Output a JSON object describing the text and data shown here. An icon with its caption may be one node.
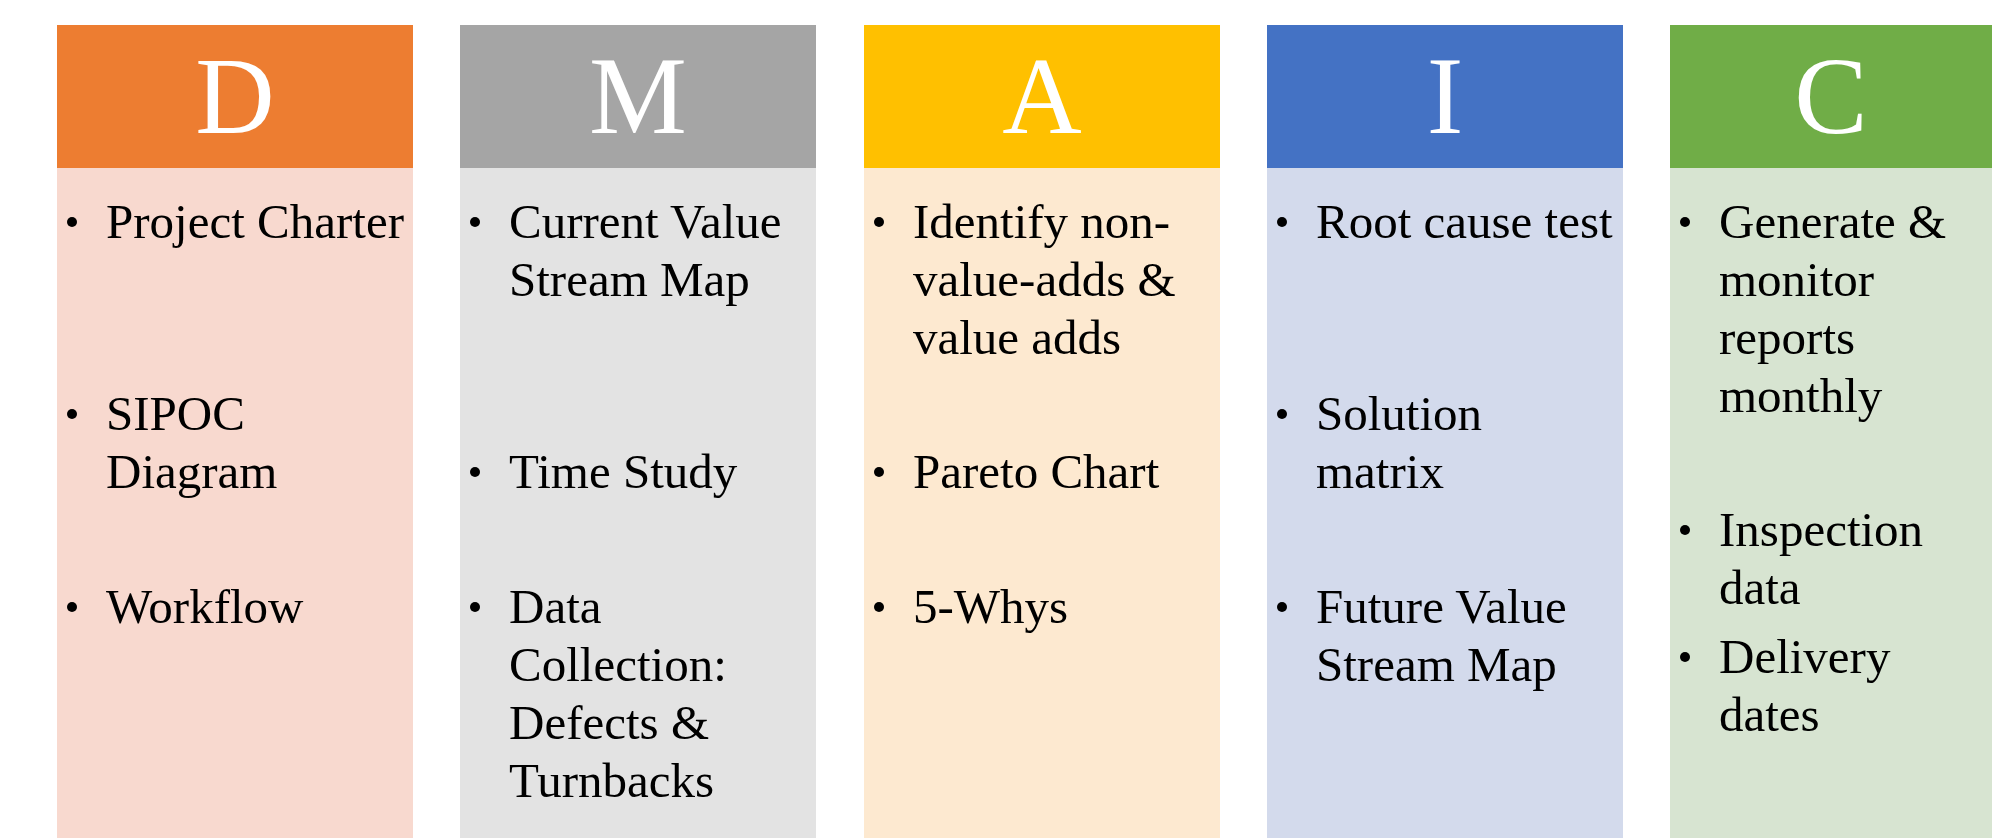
{
  "diagram": {
    "nodes": [
      {
        "text": [
          "D"
        ]
      },
      {
        "text": [
          "Project Charter",
          "SIPOC Diagram",
          "Workflow"
        ]
      },
      {
        "text": [
          "M"
        ]
      },
      {
        "text": [
          "Current Value Stream Map",
          "Time Study",
          "Data Collection: Defects & Turnbacks"
        ]
      },
      {
        "text": [
          "A"
        ]
      },
      {
        "text": [
          "Identify non-value-adds & value adds",
          "Pareto Chart",
          "5-Whys"
        ]
      },
      {
        "text": [
          "I"
        ]
      },
      {
        "text": [
          "Root cause test",
          "Solution matrix",
          "Future Value Stream Map"
        ]
      },
      {
        "text": [
          "C"
        ]
      },
      {
        "text": [
          "Generate & monitor reports monthly",
          "Inspection data",
          "Delivery dates"
        ]
      }
    ]
  }
}
